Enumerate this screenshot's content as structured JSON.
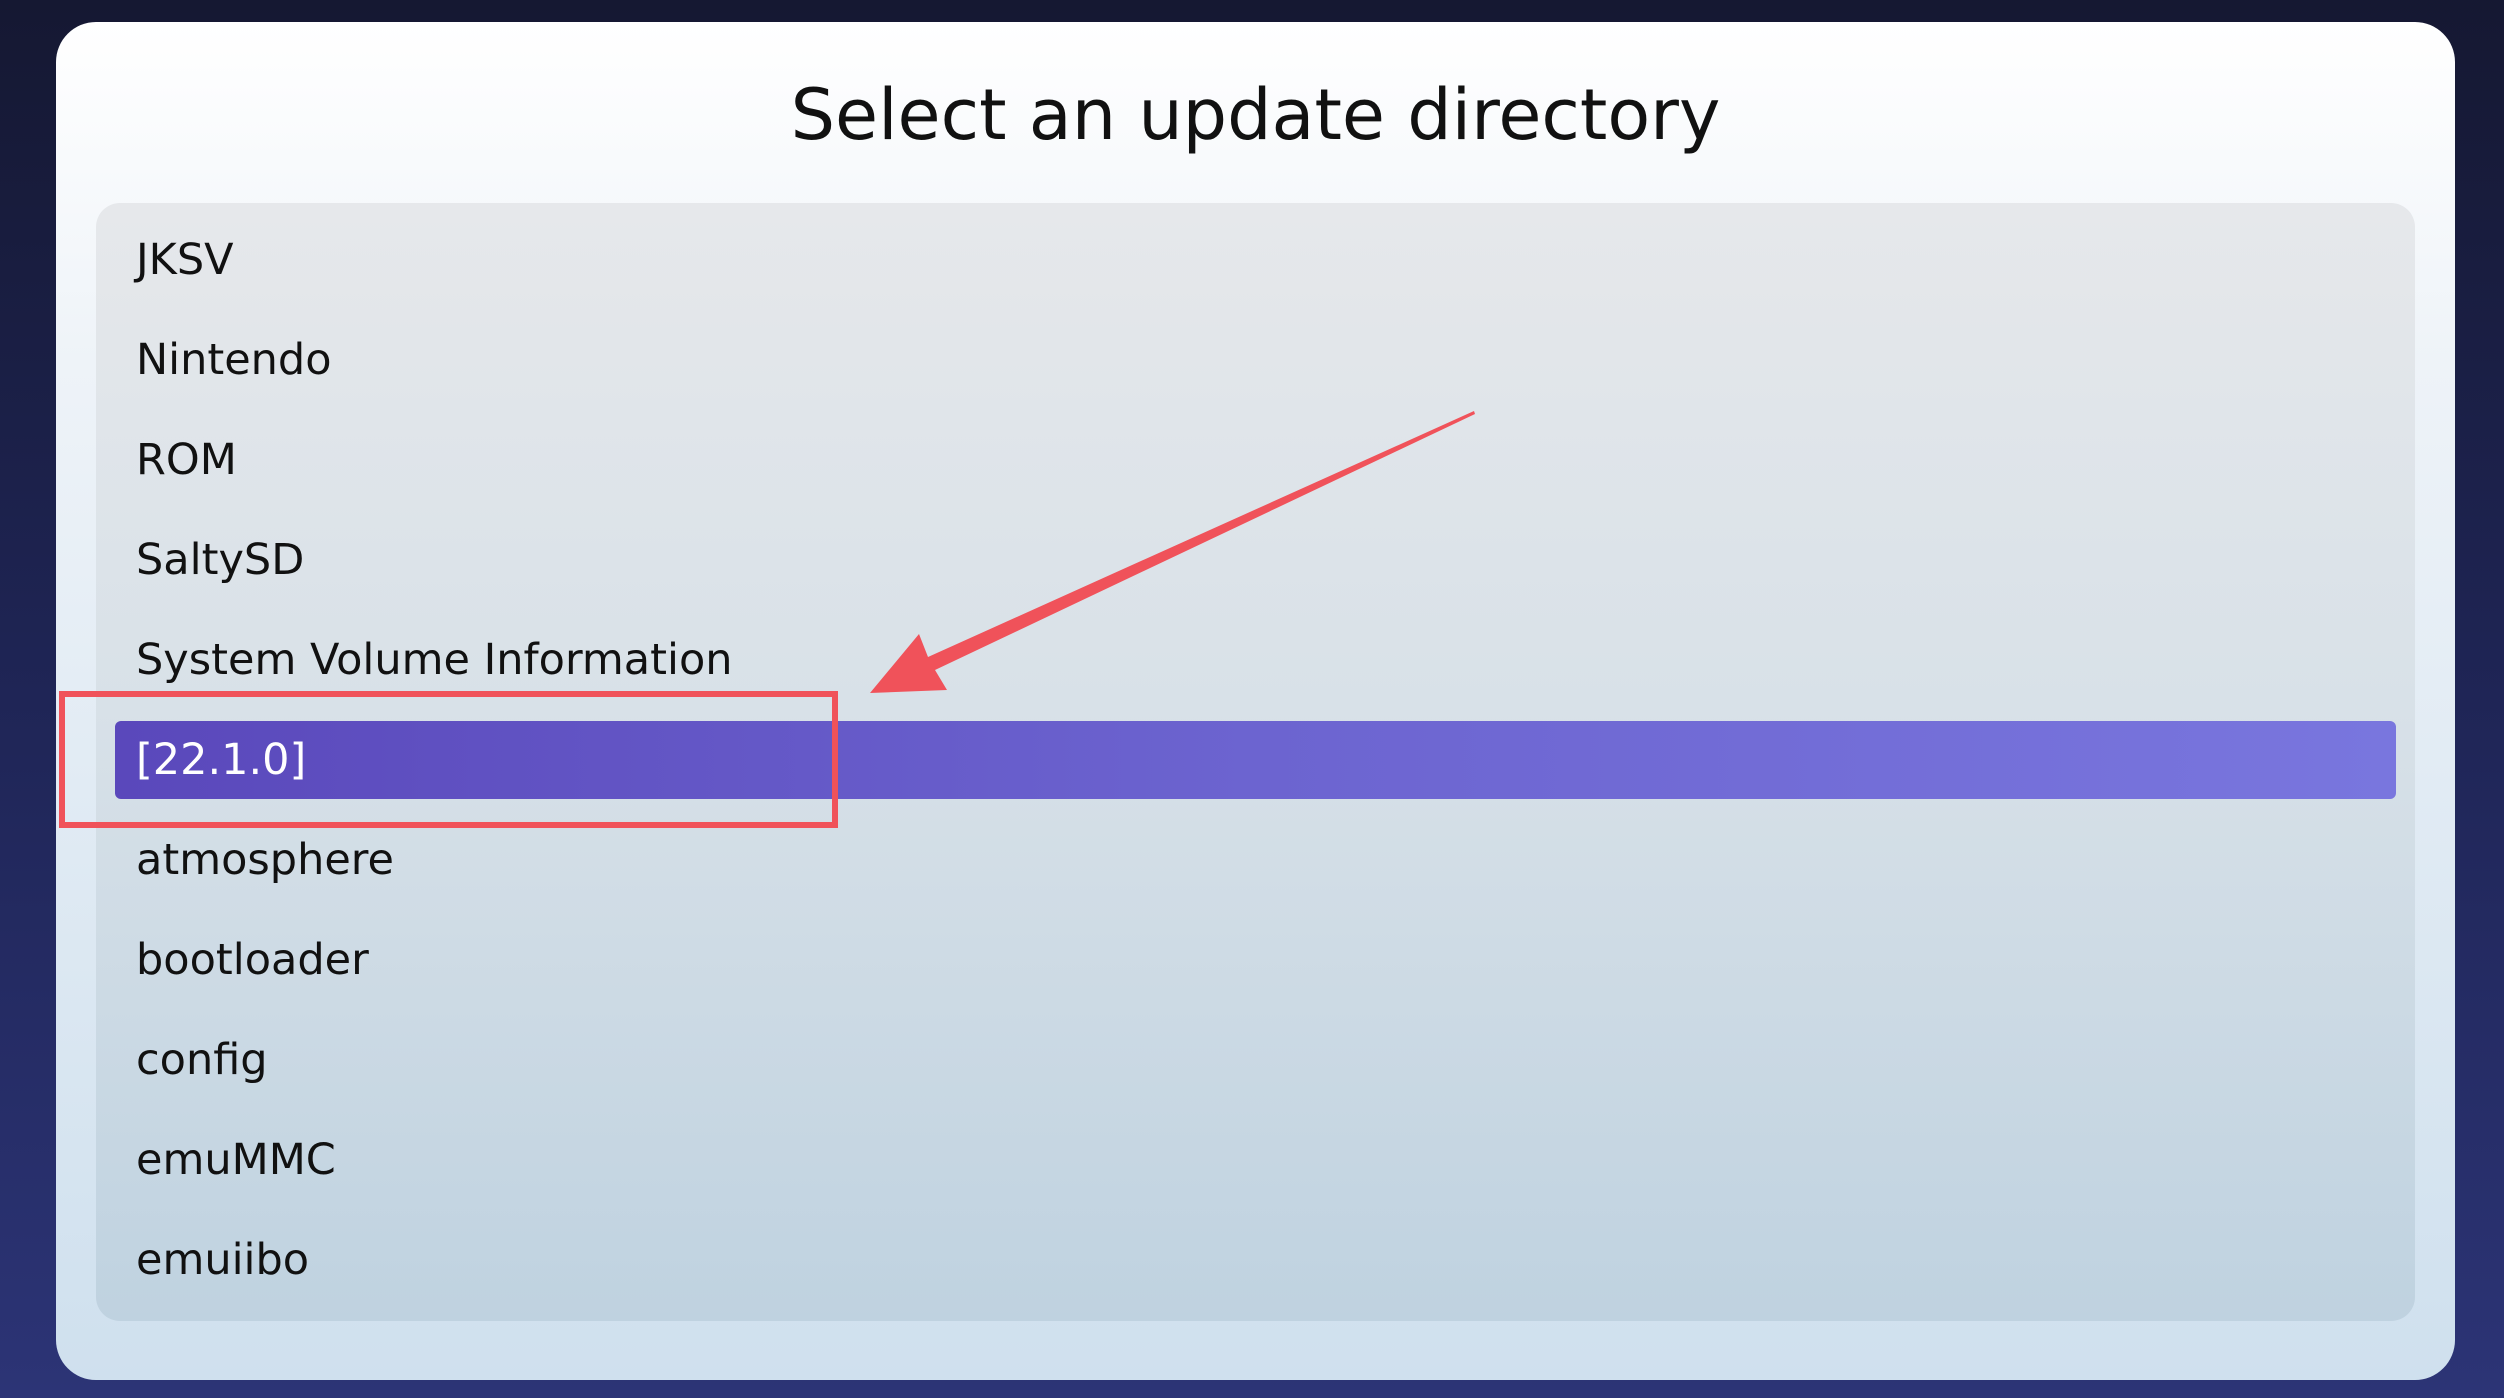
{
  "dialog": {
    "title": "Select an update directory",
    "items": [
      {
        "label": "JKSV"
      },
      {
        "label": "Nintendo"
      },
      {
        "label": "ROM"
      },
      {
        "label": "SaltySD"
      },
      {
        "label": "System Volume Information"
      },
      {
        "label": "[22.1.0]",
        "selected": true
      },
      {
        "label": "atmosphere"
      },
      {
        "label": "bootloader"
      },
      {
        "label": "config"
      },
      {
        "label": "emuMMC"
      },
      {
        "label": "emuiibo"
      }
    ]
  },
  "annotation": {
    "color": "#f0525a"
  },
  "colors": {
    "selected": "#5a48bb"
  }
}
